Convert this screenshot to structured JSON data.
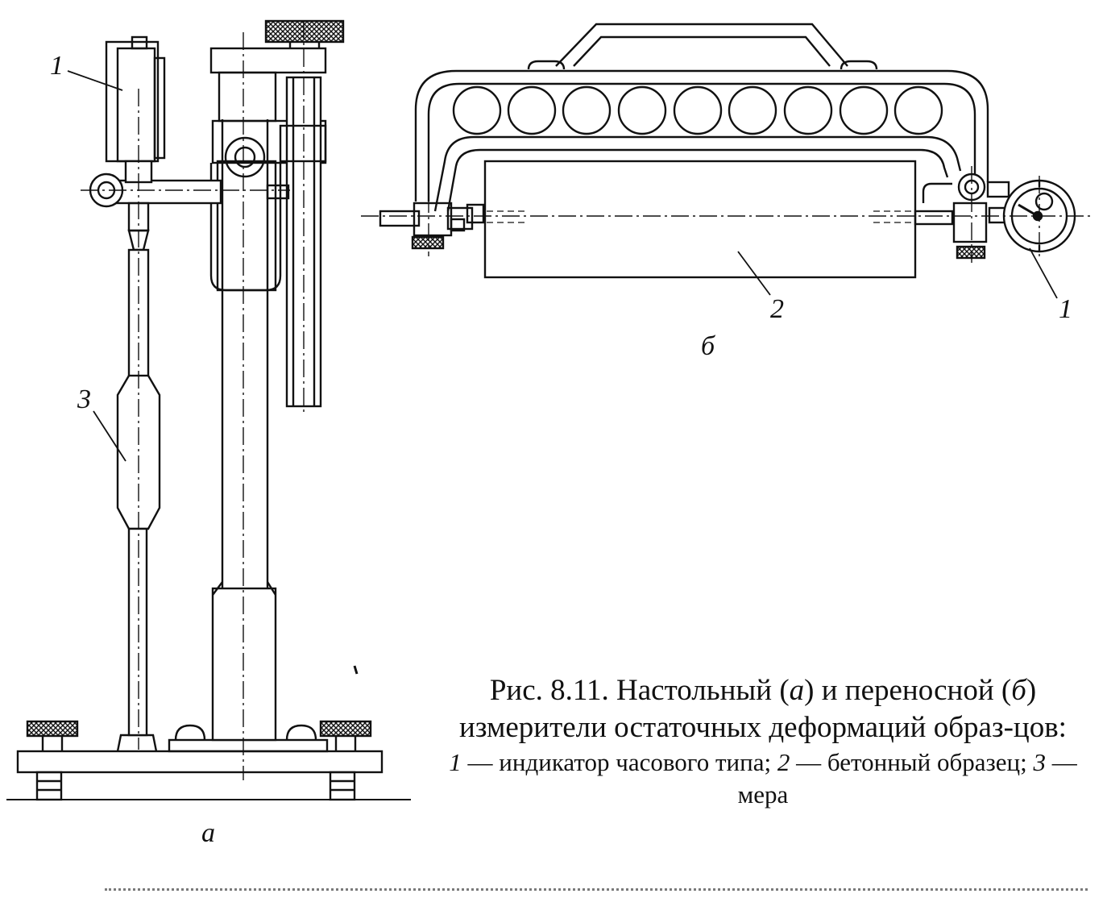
{
  "labels": {
    "a_indicator": "1",
    "a_measure": "3",
    "a_letter": "а",
    "b_indicator": "1",
    "b_specimen": "2",
    "b_letter": "б"
  },
  "caption": {
    "prefix": "Рис. 8.11. Настольный (",
    "a": "а",
    "mid": ") и переносной (",
    "b": "б",
    "rest": ") измерители остаточных деформаций образ-цов:",
    "l1_num": "1",
    "l1_text": " — индикатор часового типа; ",
    "l2_num": "2",
    "l2_text": " — бетонный образец; ",
    "l3_num": "3",
    "l3_text": " — мера"
  }
}
